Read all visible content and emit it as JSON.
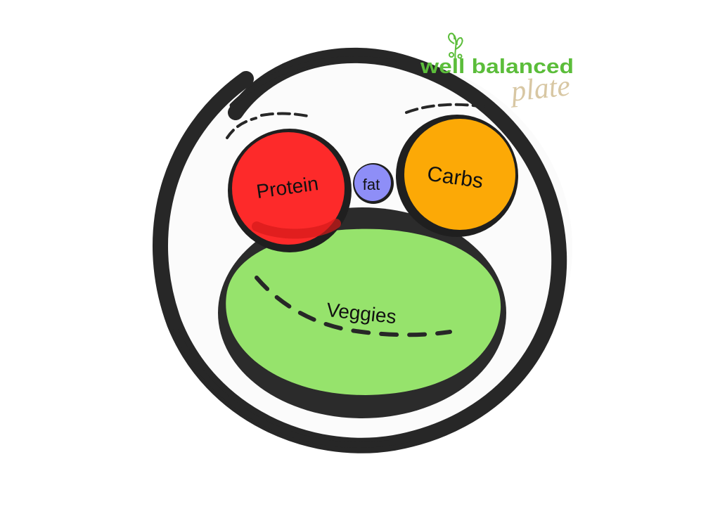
{
  "logo": {
    "line1": "well balanced",
    "line2": "plate"
  },
  "sections": {
    "protein": "Protein",
    "fat": "fat",
    "carbs": "Carbs",
    "veggies": "Veggies"
  },
  "colors": {
    "protein": "#fd2a2a",
    "fat": "#8e8ef7",
    "carbs": "#fca906",
    "veggies": "#96e36c",
    "plate_outline": "#272727",
    "logo_green": "#5bbd3a",
    "logo_tan": "#d8c7a3"
  },
  "icons": {
    "logo_mark": "leaf-sprig-icon"
  }
}
